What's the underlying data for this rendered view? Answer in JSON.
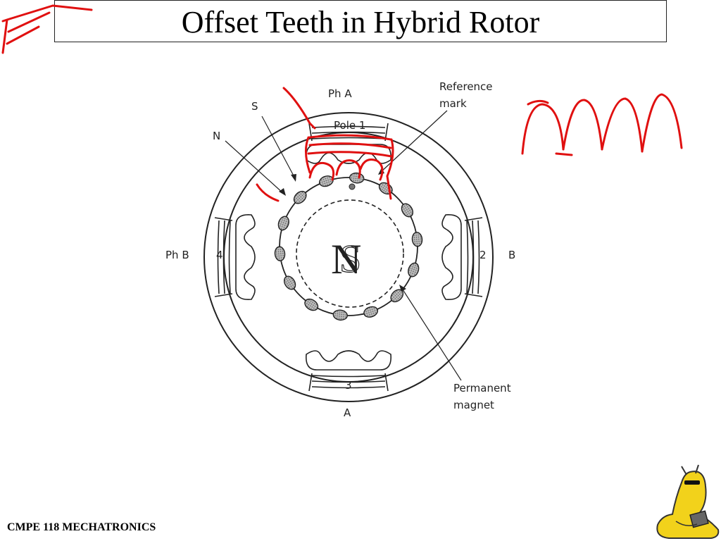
{
  "slide": {
    "title": "Offset Teeth in Hybrid Rotor",
    "footer": "CMPE 118 MECHATRONICS"
  },
  "diagram": {
    "labels": {
      "ph_a": "Ph A",
      "pole_1": "Pole 1",
      "reference_mark": [
        "Reference",
        "mark"
      ],
      "s": "S",
      "n": "N",
      "ph_b": "Ph B",
      "pole_4": "4",
      "pole_2": "2",
      "b": "B",
      "pole_3": "3",
      "a": "A",
      "permanent_magnet": [
        "Permanent",
        "magnet"
      ],
      "rotor_n": "N",
      "rotor_s": "S"
    },
    "colors": {
      "ink": "#222222",
      "annotation": "#e01010",
      "tooth_fill": "#999999",
      "mascot": "#f2d21b"
    },
    "icons": [
      "slug-mascot-icon",
      "pen-scribble-icon"
    ]
  }
}
